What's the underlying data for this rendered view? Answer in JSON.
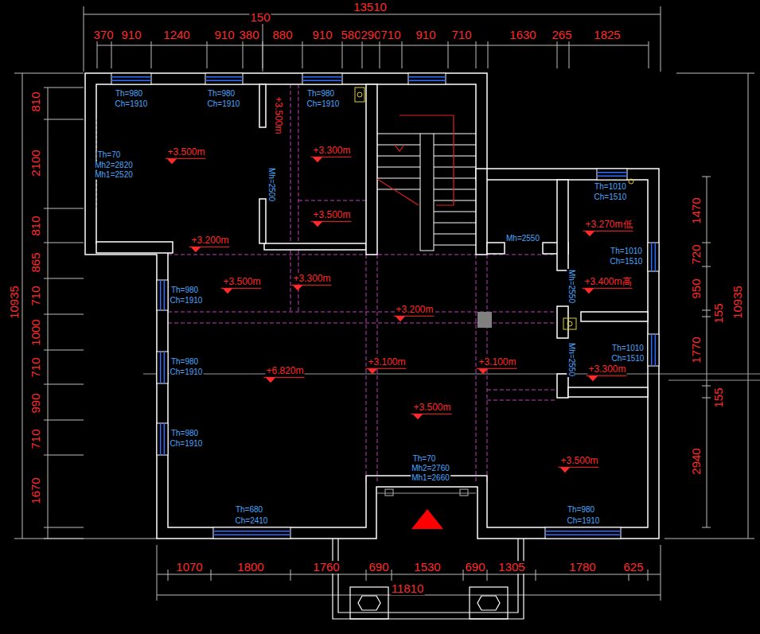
{
  "diagram": {
    "labels": [
      "13510",
      "150",
      "370",
      "910",
      "1240",
      "910",
      "380",
      "880",
      "910",
      "580",
      "290",
      "710",
      "910",
      "710",
      "1630",
      "265",
      "1825",
      "810",
      "2100",
      "810",
      "865",
      "710",
      "1000",
      "710",
      "990",
      "710",
      "1670",
      "10935",
      "1470",
      "720",
      "950",
      "155",
      "1770",
      "155",
      "2940",
      "10935",
      "1070",
      "1800",
      "1760",
      "690",
      "1530",
      "690",
      "1305",
      "1780",
      "625",
      "11810",
      "Th=980",
      "Ch=1910",
      "Th=980",
      "Ch=1910",
      "Th=980",
      "Ch=1910",
      "Th=70",
      "Mh2=2820",
      "Mh1=2520",
      "Mh=2500",
      "Th=1010",
      "Ch=1510",
      "Mh=2550",
      "Th=1010",
      "Ch=1510",
      "Mh=2550",
      "Th=980",
      "Ch=1910",
      "Th=1010",
      "Ch=1510",
      "Mh=2550",
      "Th=980",
      "Ch=1910",
      "Th=980",
      "Ch=1910",
      "Th=70",
      "Mh2=2760",
      "Mh1=2660",
      "Th=680",
      "Ch=2410",
      "Th=980",
      "Ch=1910",
      "+3.500m",
      "+3.500m",
      "+3.300m",
      "+3.500m",
      "+3.270m低",
      "+3.200m",
      "+3.500m",
      "+3.300m",
      "+3.400m高",
      "+3.200m",
      "+6.820m",
      "+3.100m",
      "+3.100m",
      "+3.300m",
      "+3.500m",
      "+3.500m"
    ]
  }
}
